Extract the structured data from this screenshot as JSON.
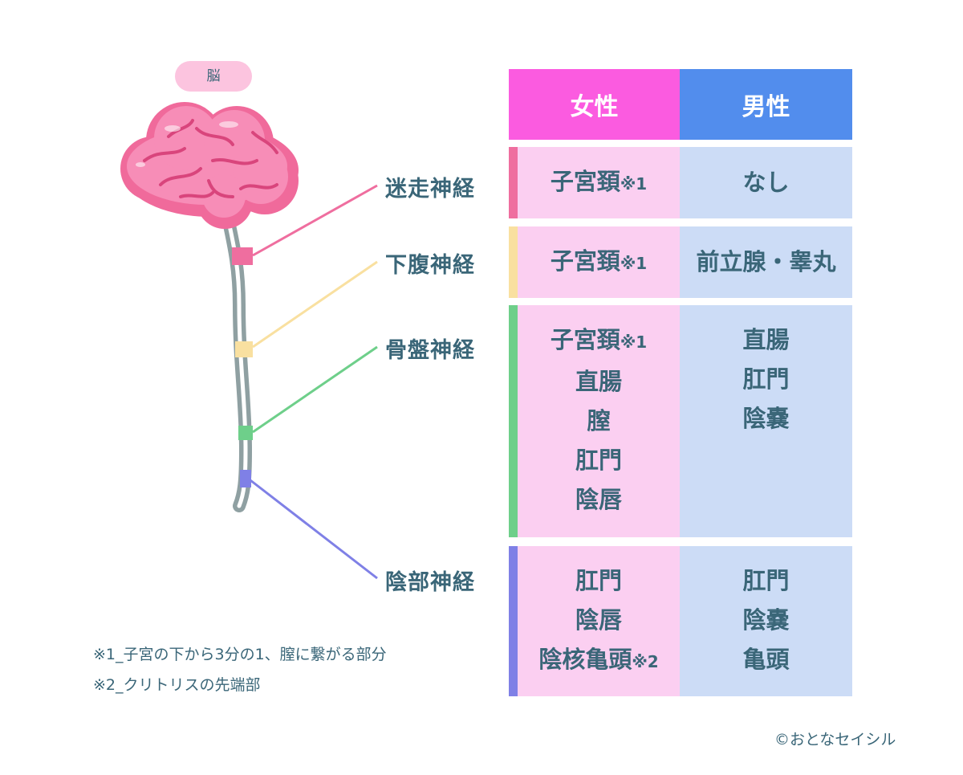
{
  "brain_label": "脳",
  "columns": {
    "female": "女性",
    "male": "男性"
  },
  "colors": {
    "female_header": "#fb5be0",
    "male_header": "#528ded",
    "female_cell": "#fbcff1",
    "male_cell": "#ccdcf6",
    "text": "#3a6678"
  },
  "nerves": [
    {
      "name": "迷走神経",
      "color": "#ef6e9f",
      "female": [
        "子宮頚※1"
      ],
      "male": [
        "なし"
      ]
    },
    {
      "name": "下腹神経",
      "color": "#f9e0a0",
      "female": [
        "子宮頚※1"
      ],
      "male": [
        "前立腺・睾丸"
      ]
    },
    {
      "name": "骨盤神経",
      "color": "#6ecf8a",
      "female": [
        "子宮頚※1",
        "直腸",
        "膣",
        "肛門",
        "陰唇"
      ],
      "male": [
        "直腸",
        "肛門",
        "陰嚢"
      ]
    },
    {
      "name": "陰部神経",
      "color": "#7f80e6",
      "female": [
        "肛門",
        "陰唇",
        "陰核亀頭※2"
      ],
      "male": [
        "肛門",
        "陰嚢",
        "亀頭"
      ]
    }
  ],
  "footnotes": [
    "※1_子宮の下から3分の1、膣に繋がる部分",
    "※2_クリトリスの先端部"
  ],
  "copyright": "©おとなセイシル"
}
